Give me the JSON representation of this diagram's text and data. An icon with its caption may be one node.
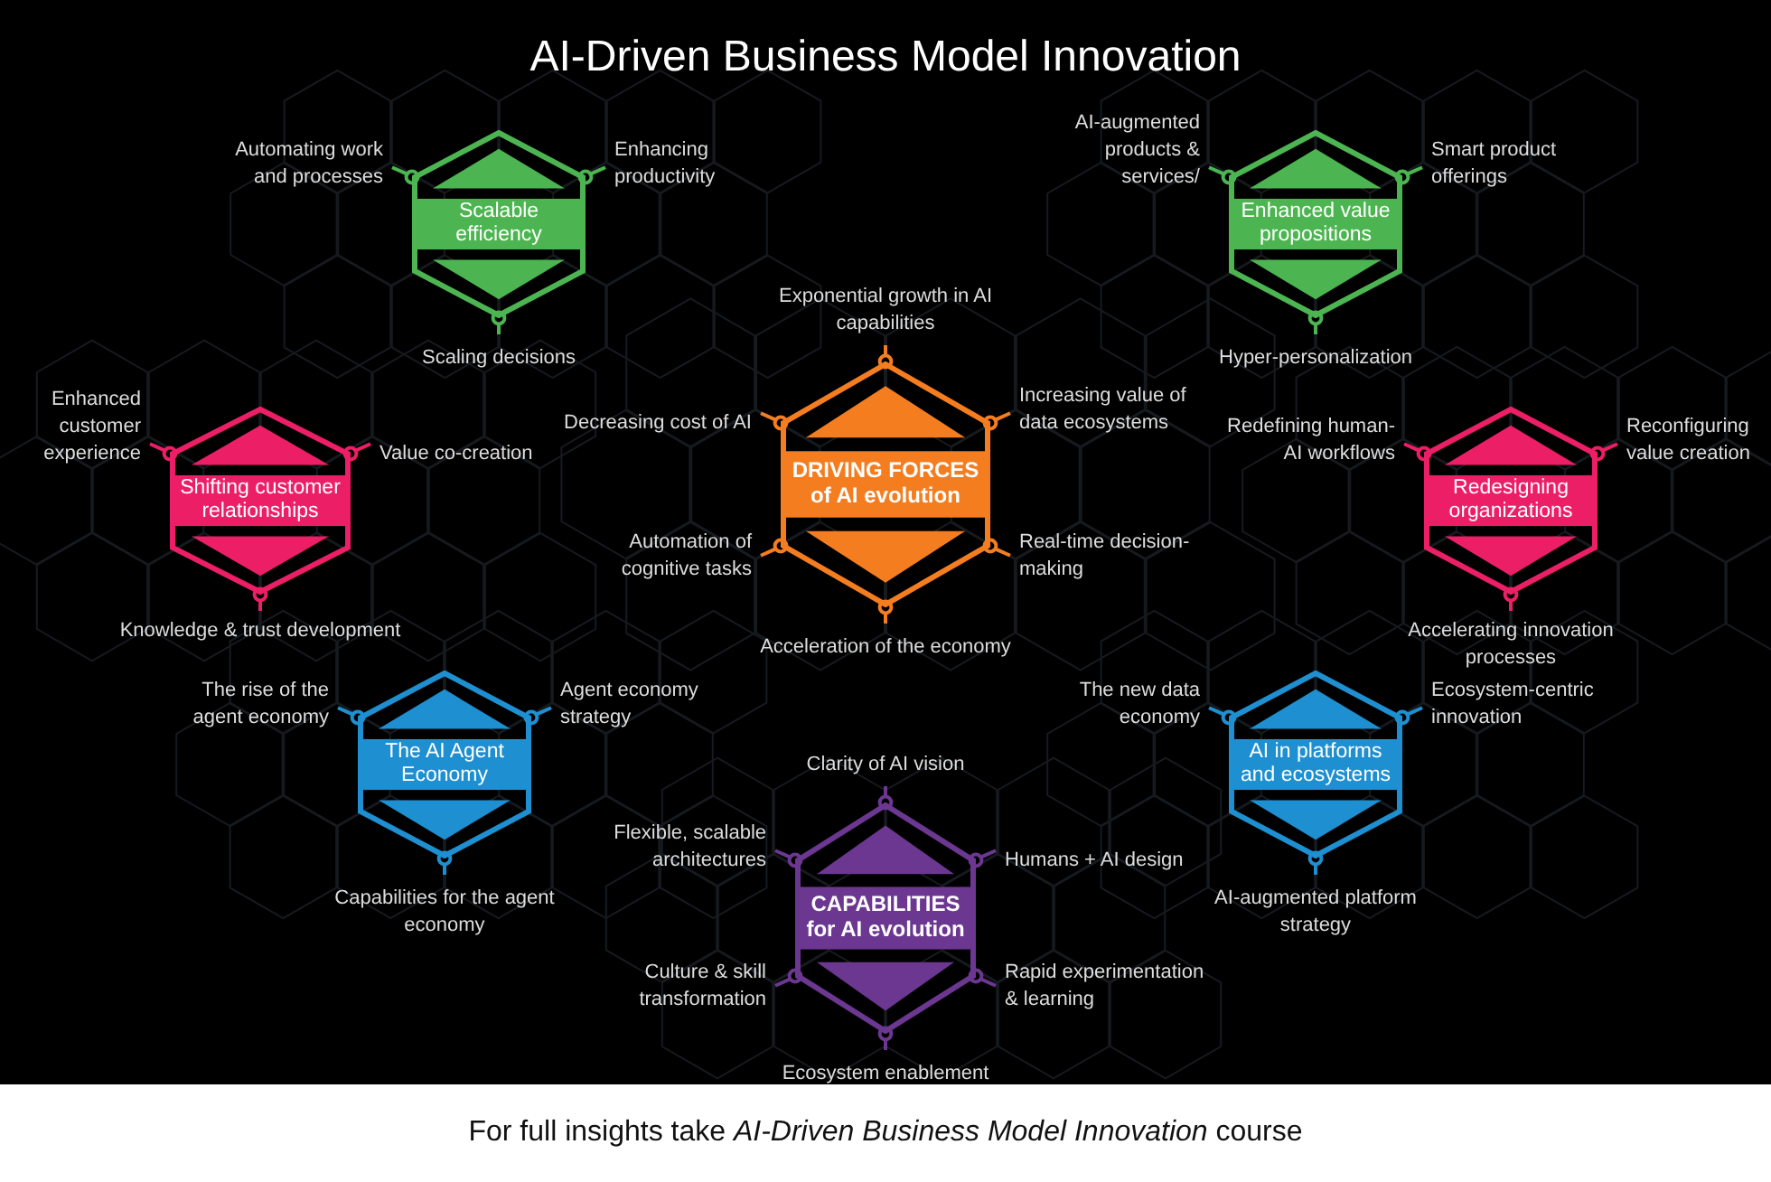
{
  "diagram": {
    "title": "AI-Driven Business Model Innovation",
    "nodes": [
      {
        "text": [
          "Scalable efficiency"
        ],
        "beside": [
          "Automating work and processes",
          "Enhancing productivity",
          "Scaling decisions"
        ]
      },
      {
        "text": [
          "Enhanced value propositions"
        ],
        "beside": [
          "AI-augmented products & services/",
          "Smart product offerings",
          "Hyper-personalization"
        ]
      },
      {
        "text": [
          "Shifting customer relationships"
        ],
        "beside": [
          "Enhanced customer experience",
          "Value co-creation"
        ]
      },
      {
        "text": [
          "DRIVING FORCES of AI evolution"
        ],
        "beside": [
          "Exponential growth in AI capabilities",
          "Decreasing cost of AI",
          "Increasing value of data ecosystems",
          "Automation of cognitive tasks",
          "Real-time decision-making",
          "Acceleration of the economy"
        ]
      },
      {
        "text": [
          "Redesigning organizations"
        ],
        "beside": [
          "Redefining human-AI workflows",
          "Reconfiguring value creation"
        ]
      },
      {
        "text": [
          "The AI Agent Economy"
        ],
        "beside": [
          "The rise of the agent economy",
          "Agent economy strategy",
          "Capabilities for the agent economy"
        ]
      },
      {
        "text": [
          "AI in platforms and ecosystems"
        ],
        "beside": [
          "The new data economy",
          "Ecosystem-centric innovation",
          "AI-augmented platform strategy"
        ]
      },
      {
        "text": [
          "CAPABILITIES for AI evolution"
        ],
        "beside": [
          "Clarity of AI vision",
          "Flexible, scalable architectures",
          "Humans + AI design",
          "Culture & skill transformation",
          "Rapid experimentation & learning",
          "Ecosystem enablement"
        ]
      }
    ],
    "edges": [],
    "labels": [
      "Knowledge & trust development",
      "Accelerating innovation processes"
    ],
    "caption": "For full insights take *AI-Driven Business Model Innovation* course"
  }
}
